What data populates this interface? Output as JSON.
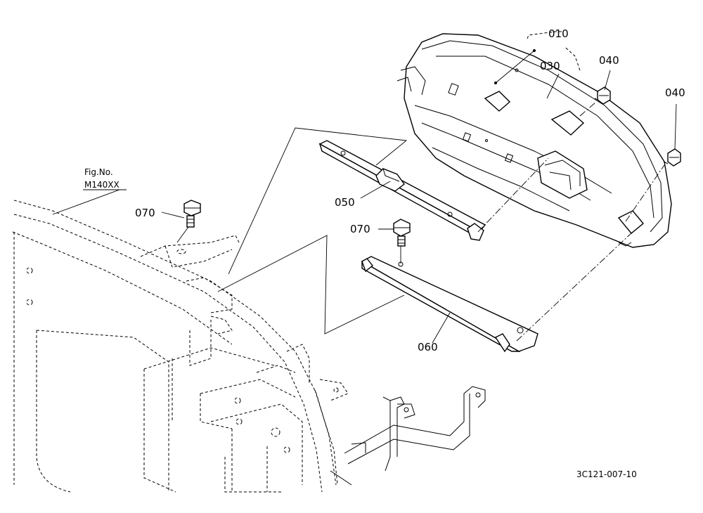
{
  "diagram": {
    "reference": {
      "fig_label": "Fig.No.",
      "fig_code": "M140XX"
    },
    "callouts": {
      "p010": "010",
      "p030": "030",
      "p040a": "040",
      "p040b": "040",
      "p050": "050",
      "p060": "060",
      "p070a": "070",
      "p070b": "070"
    },
    "drawing_number": "3C121-007-10"
  }
}
